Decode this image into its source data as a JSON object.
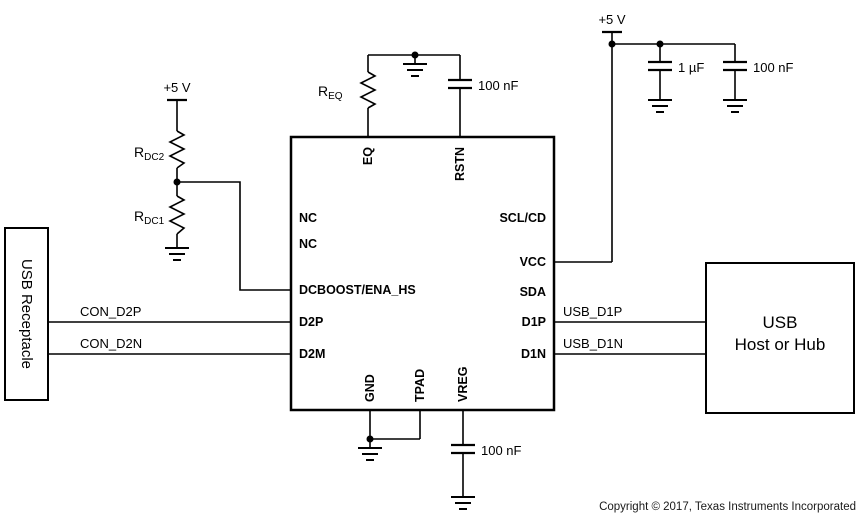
{
  "supplies": {
    "left": "+5 V",
    "right": "+5 V"
  },
  "left_box": {
    "label": "USB Receptacle"
  },
  "right_box": {
    "line1": "USB",
    "line2": "Host or Hub"
  },
  "ic": {
    "pins_left": [
      "NC",
      "NC",
      "DCBOOST/ENA_HS",
      "D2P",
      "D2M"
    ],
    "pins_right": [
      "SCL/CD",
      "VCC",
      "SDA",
      "D1P",
      "D1N"
    ],
    "pins_top": [
      "EQ",
      "RSTN"
    ],
    "pins_bottom": [
      "GND",
      "TPAD",
      "VREG"
    ]
  },
  "nets": {
    "con_d2p": "CON_D2P",
    "con_d2n": "CON_D2N",
    "usb_d1p": "USB_D1P",
    "usb_d1n": "USB_D1N"
  },
  "components": {
    "r_dc2": {
      "ref": "R",
      "sub": "DC2"
    },
    "r_dc1": {
      "ref": "R",
      "sub": "DC1"
    },
    "r_eq": {
      "ref": "R",
      "sub": "EQ"
    },
    "c_rstn": {
      "value": "100 nF"
    },
    "c_bulk": {
      "value": "1 µF"
    },
    "c_bypass": {
      "value": "100 nF"
    },
    "c_vreg": {
      "value": "100 nF"
    }
  },
  "colors": {
    "wire": "#000000",
    "background": "#ffffff"
  },
  "footer": {
    "copyright": "Copyright © 2017, Texas Instruments Incorporated"
  }
}
